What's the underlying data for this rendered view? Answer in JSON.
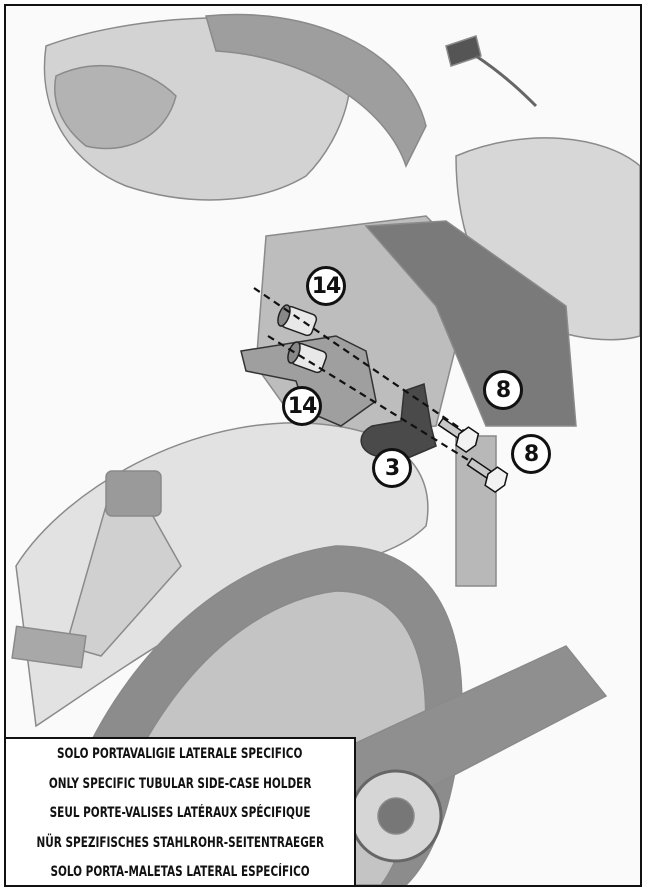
{
  "callouts": {
    "spacer_label_top": "14",
    "spacer_label_bottom": "14",
    "bracket_label": "3",
    "bolt_label_top": "8",
    "bolt_label_bottom": "8"
  },
  "caption": {
    "lines": [
      "SOLO PORTAVALIGIE LATERALE SPECIFICO",
      "ONLY SPECIFIC TUBULAR SIDE-CASE HOLDER",
      "SEUL PORTE-VALISES LATÉRAUX SPÉCIFIQUE",
      "NÜR SPEZIFISCHES STAHLROHR-SEITENTRAEGER",
      "SOLO PORTA-MALETAS LATERAL ESPECÍFICO"
    ]
  }
}
